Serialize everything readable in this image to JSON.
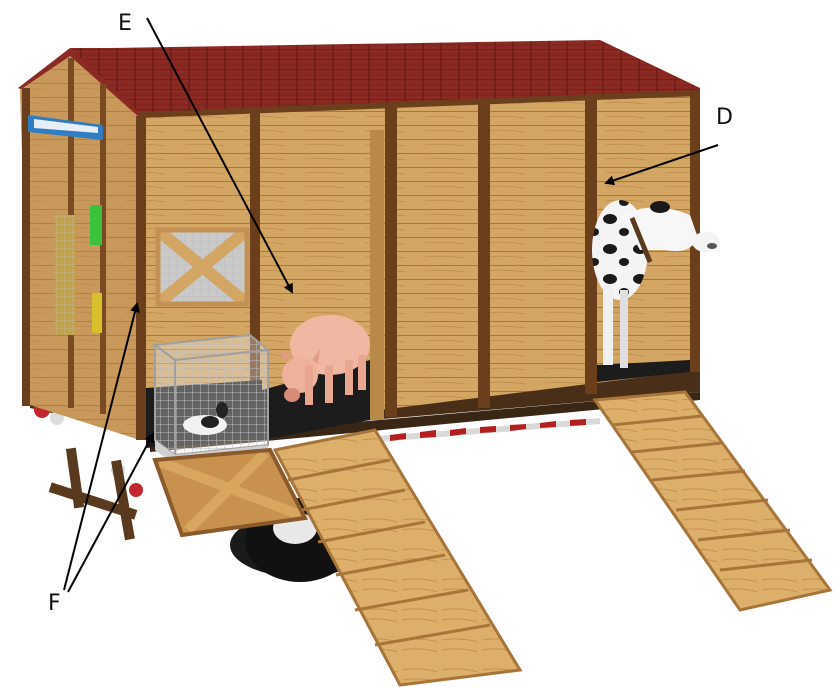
{
  "labels": {
    "d": "D",
    "e": "E",
    "f": "F"
  },
  "colors": {
    "roof": "#8a2a22",
    "roof_line": "#5e1713",
    "wood_light": "#d8ad6c",
    "wood_mid": "#c39153",
    "wood_dark": "#8a5a2b",
    "post": "#6b3f1c",
    "floor": "#1c1c1c",
    "chassis": "#5a3a1e",
    "pig": "#f0b8a2",
    "cow_white": "#f4f4f4",
    "cow_black": "#1a1a1a",
    "arrow": "#000000"
  },
  "icons": [
    "pig-figure",
    "cow-figure",
    "rabbit-figure",
    "wire-cage",
    "loading-ramp",
    "trailer-wheel"
  ]
}
